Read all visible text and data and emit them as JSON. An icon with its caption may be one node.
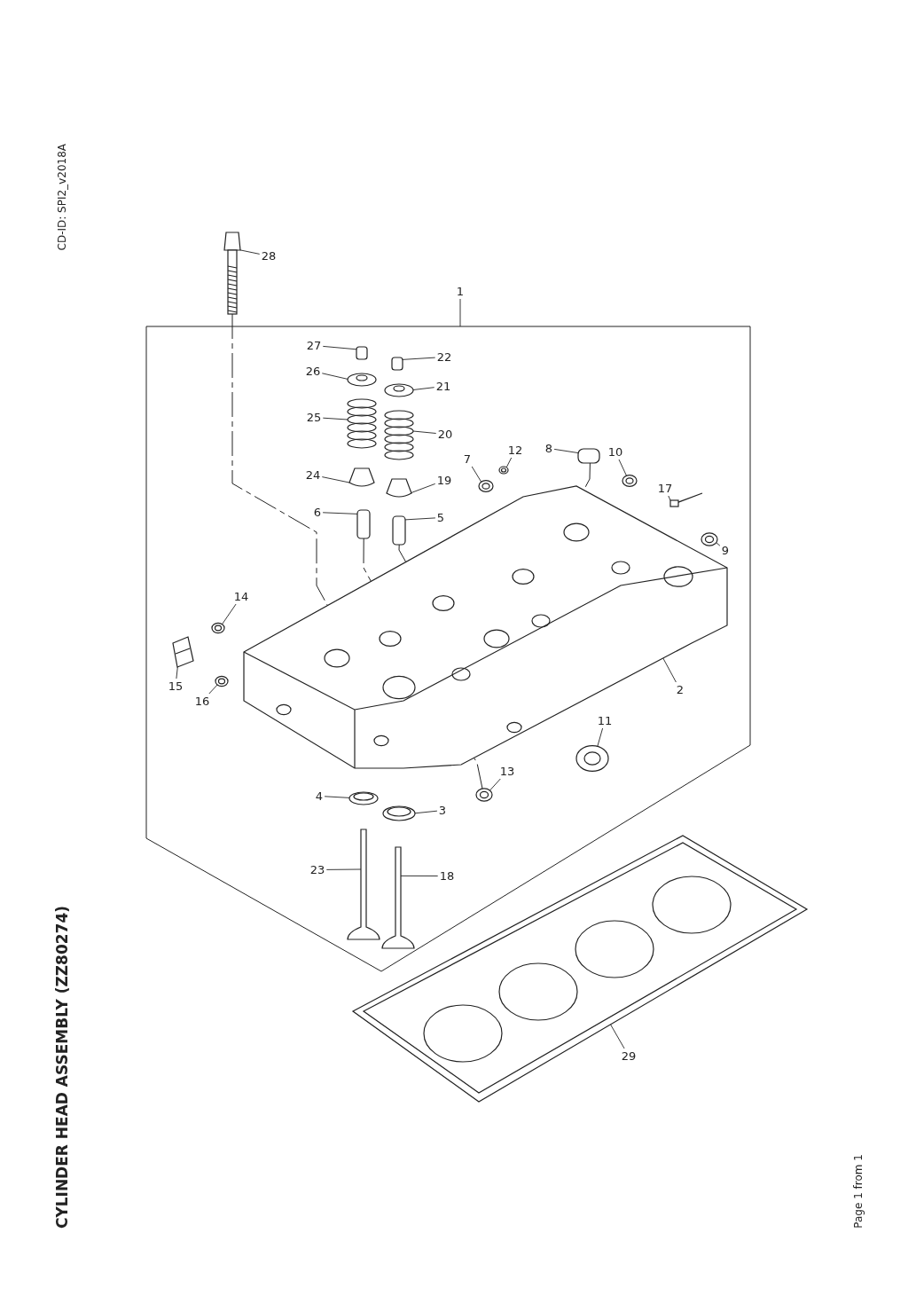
{
  "diagram": {
    "title": "CYLINDER HEAD ASSEMBLY (ZZ80274)",
    "nodes": [
      {
        "text": [
          "1"
        ]
      },
      {
        "text": [
          "2"
        ],
        "in": 29
      },
      {
        "text": [
          "3"
        ],
        "in": 29
      },
      {
        "text": [
          "4"
        ],
        "in": 29
      },
      {
        "text": [
          "5"
        ],
        "in": 29
      },
      {
        "text": [
          "6"
        ],
        "in": 29
      },
      {
        "text": [
          "7"
        ],
        "in": 29
      },
      {
        "text": [
          "8"
        ],
        "in": 29
      },
      {
        "text": [
          "9"
        ],
        "in": 29
      },
      {
        "text": [
          "10"
        ],
        "in": 29
      },
      {
        "text": [
          "11"
        ],
        "in": 29
      },
      {
        "text": [
          "12"
        ],
        "in": 29
      },
      {
        "text": [
          "13"
        ],
        "in": 29
      },
      {
        "text": [
          "14"
        ],
        "in": 29
      },
      {
        "text": [
          "15"
        ],
        "in": 29
      },
      {
        "text": [
          "16"
        ],
        "in": 29
      },
      {
        "text": [
          "17"
        ],
        "in": 29
      },
      {
        "text": [
          "18"
        ],
        "in": 29
      },
      {
        "text": [
          "19"
        ],
        "in": 29
      },
      {
        "text": [
          "20"
        ],
        "in": 29
      },
      {
        "text": [
          "21"
        ],
        "in": 29
      },
      {
        "text": [
          "22"
        ],
        "in": 29
      },
      {
        "text": [
          "23"
        ],
        "in": 29
      },
      {
        "text": [
          "24"
        ],
        "in": 29
      },
      {
        "text": [
          "25"
        ],
        "in": 29
      },
      {
        "text": [
          "26"
        ],
        "in": 29
      },
      {
        "text": [
          "27"
        ],
        "in": 29
      },
      {
        "text": [
          "28"
        ]
      },
      {
        "text": [
          "29"
        ]
      },
      {
        "text": [],
        "shape": "box"
      },
      {
        "text": [],
        "shape": "picture",
        "in": 29
      },
      {
        "text": [],
        "shape": "picture",
        "in": 29
      },
      {
        "text": [],
        "shape": "picture",
        "in": 29
      },
      {
        "text": [],
        "shape": "box",
        "in": 29
      },
      {
        "text": [],
        "shape": "box",
        "in": 29
      },
      {
        "text": [],
        "shape": "picture",
        "in": 29
      },
      {
        "text": [],
        "shape": "box",
        "in": 29
      },
      {
        "text": [],
        "shape": "picture",
        "in": 29
      },
      {
        "text": [],
        "shape": "picture",
        "in": 29
      },
      {
        "text": [],
        "shape": "picture",
        "in": 29
      },
      {
        "text": [],
        "shape": "picture",
        "in": 29
      },
      {
        "text": [],
        "shape": "picture",
        "in": 29
      },
      {
        "text": [],
        "shape": "picture",
        "in": 29
      },
      {
        "text": [],
        "shape": "picture",
        "in": 29
      },
      {
        "text": [],
        "shape": "picture",
        "in": 29
      },
      {
        "text": [],
        "shape": "picture",
        "in": 29
      },
      {
        "text": [],
        "shape": "picture",
        "in": 29
      },
      {
        "text": [],
        "shape": "picture",
        "in": 29
      },
      {
        "text": [],
        "shape": "picture",
        "in": 29
      },
      {
        "text": [],
        "shape": "picture",
        "in": 29
      },
      {
        "text": [],
        "shape": "box",
        "in": 29
      },
      {
        "text": [],
        "shape": "picture",
        "in": 29
      },
      {
        "text": [],
        "shape": "picture",
        "in": 29
      },
      {
        "text": [],
        "shape": "picture",
        "in": 29
      },
      {
        "text": [],
        "shape": "picture",
        "in": 29
      },
      {
        "text": [],
        "shape": "box",
        "in": 29
      },
      {
        "text": [],
        "shape": "picture"
      },
      {
        "text": [],
        "shape": "picture"
      }
    ],
    "edges": [
      {
        "from": 0,
        "to": 29,
        "arrow": "none"
      },
      {
        "from": 1,
        "to": 30,
        "arrow": "none"
      },
      {
        "from": 2,
        "to": 31,
        "arrow": "none"
      },
      {
        "from": 3,
        "to": 32,
        "arrow": "none"
      },
      {
        "from": 4,
        "to": 33,
        "arrow": "none"
      },
      {
        "from": 5,
        "to": 34,
        "arrow": "none"
      },
      {
        "from": 6,
        "to": 35,
        "arrow": "none"
      },
      {
        "from": 7,
        "to": 36,
        "arrow": "none"
      },
      {
        "from": 8,
        "to": 37,
        "arrow": "none"
      },
      {
        "from": 9,
        "to": 38,
        "arrow": "none"
      },
      {
        "from": 10,
        "to": 39,
        "arrow": "none"
      },
      {
        "from": 11,
        "to": 40,
        "arrow": "none"
      },
      {
        "from": 12,
        "to": 41,
        "arrow": "none"
      },
      {
        "from": 13,
        "to": 42,
        "arrow": "none"
      },
      {
        "from": 14,
        "to": 43,
        "arrow": "none"
      },
      {
        "from": 15,
        "to": 44,
        "arrow": "none"
      },
      {
        "from": 16,
        "to": 45,
        "arrow": "none"
      },
      {
        "from": 17,
        "to": 46,
        "arrow": "none"
      },
      {
        "from": 18,
        "to": 47,
        "arrow": "none"
      },
      {
        "from": 19,
        "to": 48,
        "arrow": "none"
      },
      {
        "from": 20,
        "to": 49,
        "arrow": "none"
      },
      {
        "from": 21,
        "to": 50,
        "arrow": "none"
      },
      {
        "from": 22,
        "to": 51,
        "arrow": "none"
      },
      {
        "from": 23,
        "to": 52,
        "arrow": "none"
      },
      {
        "from": 24,
        "to": 53,
        "arrow": "none"
      },
      {
        "from": 25,
        "to": 54,
        "arrow": "none"
      },
      {
        "from": 26,
        "to": 55,
        "arrow": "none"
      },
      {
        "from": 27,
        "to": 56,
        "arrow": "none"
      },
      {
        "from": 28,
        "to": 57,
        "arrow": "none"
      },
      {
        "from": 56,
        "to": 30,
        "arrow": "none",
        "style": "dashed"
      },
      {
        "from": 34,
        "to": 30,
        "arrow": "none",
        "style": "dashed"
      },
      {
        "from": 33,
        "to": 30,
        "arrow": "none",
        "style": "dashed"
      },
      {
        "from": 36,
        "to": 30,
        "arrow": "none",
        "style": "dashed"
      },
      {
        "from": 41,
        "to": 30,
        "arrow": "none",
        "style": "dashed"
      }
    ],
    "labels": [
      "CD-ID: SPI2_v2018A",
      "Page 1 from 1"
    ]
  }
}
